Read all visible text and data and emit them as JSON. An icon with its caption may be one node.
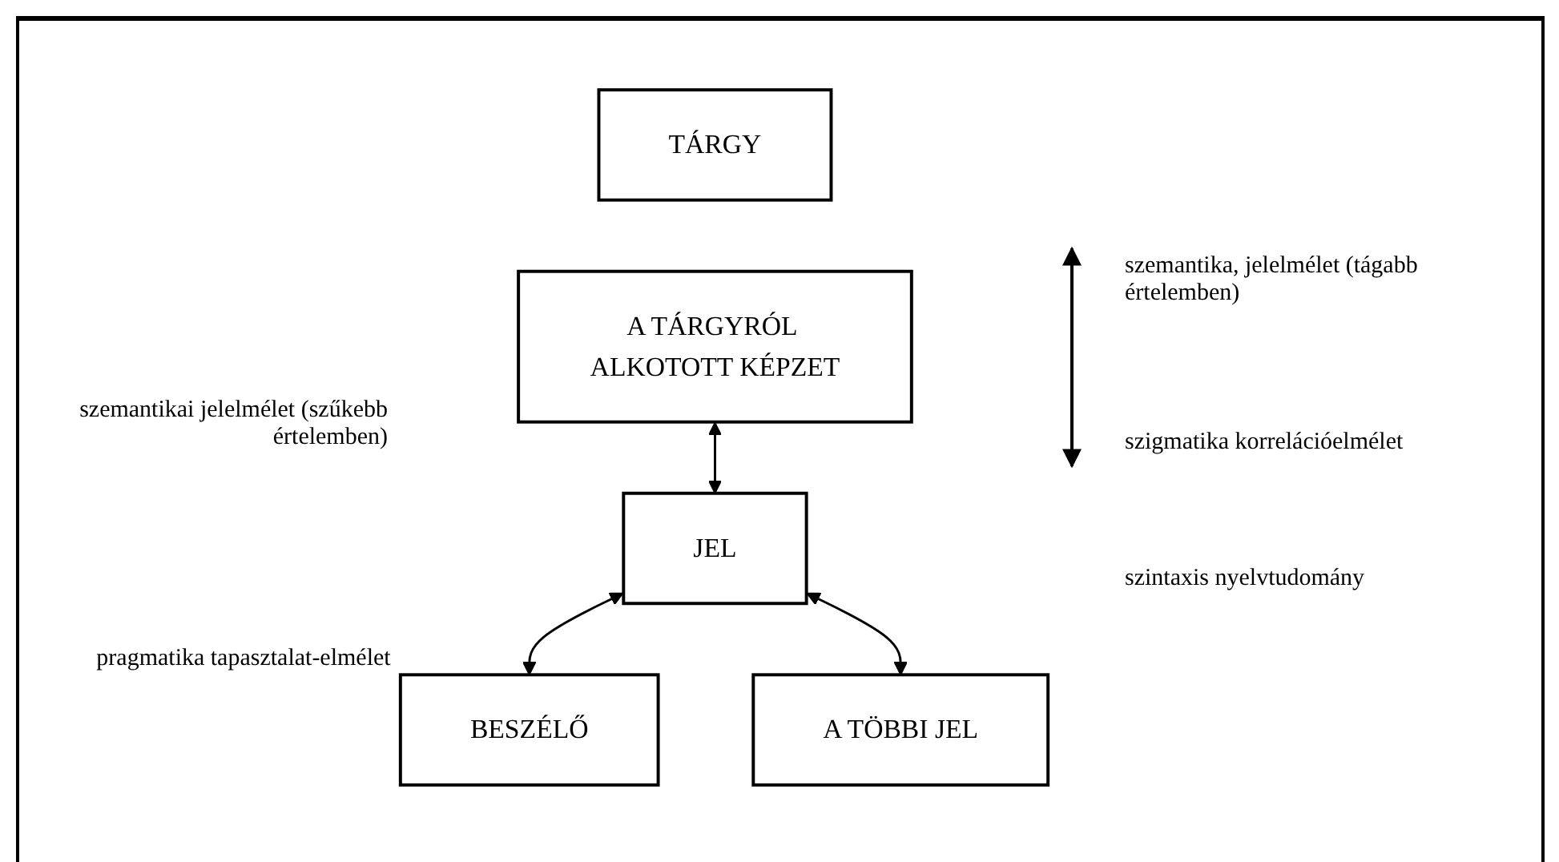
{
  "diagram": {
    "nodes": [
      {
        "text": [
          "TÁRGY"
        ]
      },
      {
        "text": [
          "A TÁRGYRÓL ALKOTOTT KÉPZET"
        ]
      },
      {
        "text": [
          "JEL"
        ]
      },
      {
        "text": [
          "BESZÉLŐ"
        ]
      },
      {
        "text": [
          "A TÖBBI JEL"
        ]
      }
    ],
    "edges": [
      {
        "from": 1,
        "to": 2,
        "arrow": "both"
      },
      {
        "from": 2,
        "to": 3,
        "arrow": "both"
      },
      {
        "from": 2,
        "to": 4,
        "arrow": "both"
      }
    ],
    "labels": [
      "szemantika, jelelmélet (tágabb értelemben)",
      "szemantikai jelelmélet (szűkebb értelemben)",
      "szigmatika korrelációelmélet",
      "szintaxis nyelvtudomány",
      "pragmatika tapasztalat-elmélet"
    ]
  }
}
